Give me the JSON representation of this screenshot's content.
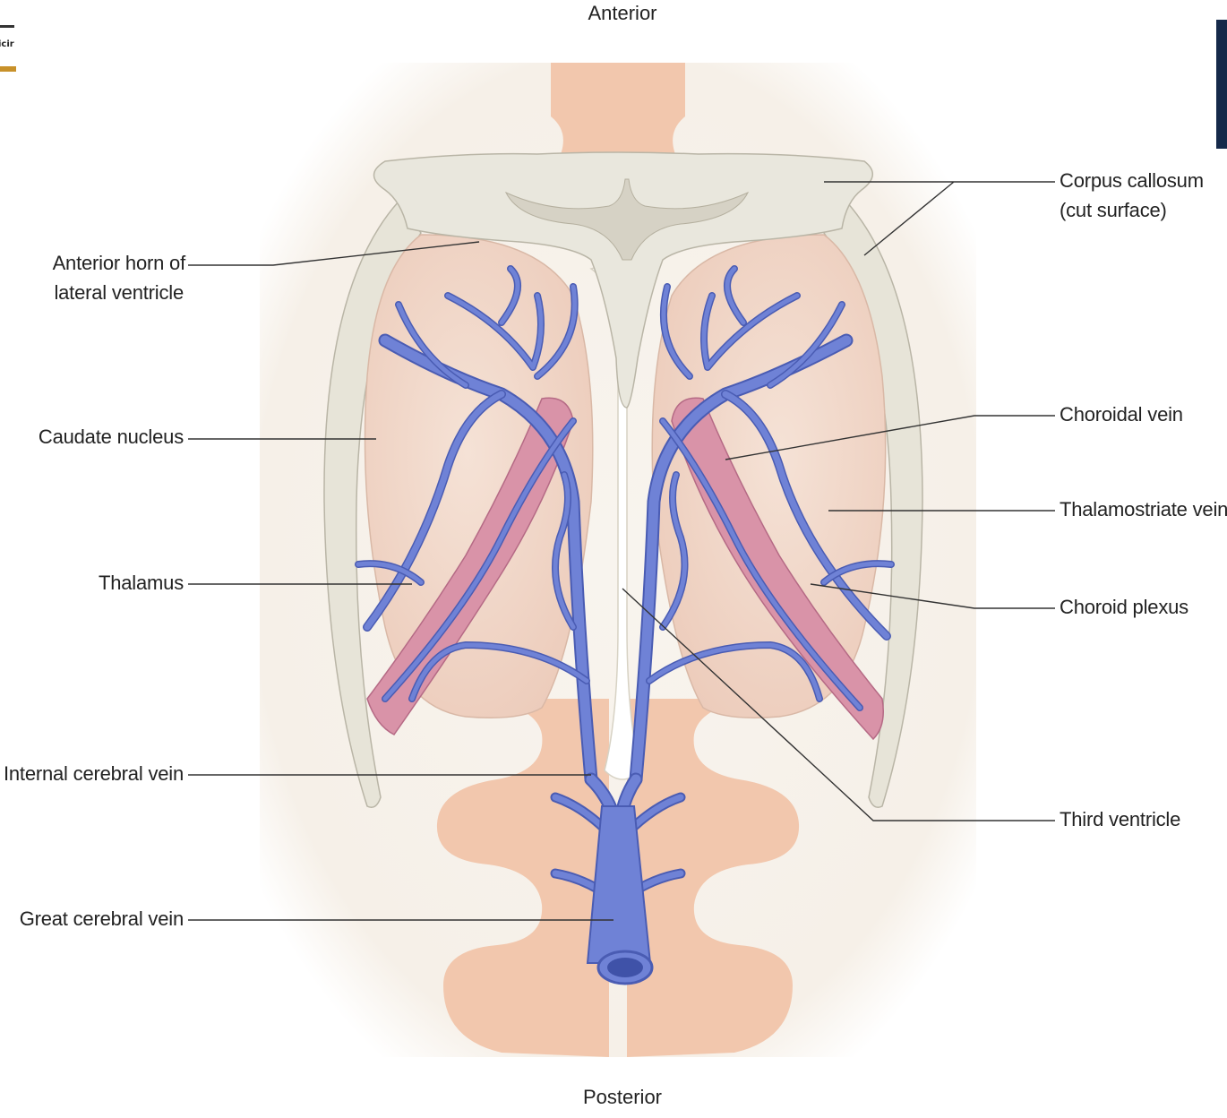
{
  "orientation": {
    "top": "Anterior",
    "bottom": "Posterior"
  },
  "logo": {
    "text": "icir"
  },
  "labels_left": {
    "anterior_horn_line1": "Anterior horn of",
    "anterior_horn_line2": "lateral ventricle",
    "caudate_nucleus": "Caudate nucleus",
    "thalamus": "Thalamus",
    "internal_cerebral_vein": "Internal cerebral vein",
    "great_cerebral_vein": "Great cerebral vein"
  },
  "labels_right": {
    "corpus_callosum_line1": "Corpus callosum",
    "corpus_callosum_line2": "(cut surface)",
    "choroidal_vein": "Choroidal vein",
    "thalamostriate_vein": "Thalamostriate vein",
    "choroid_plexus": "Choroid plexus",
    "third_ventricle": "Third ventricle"
  },
  "colors": {
    "vein": "#6f82d6",
    "vein_outline": "#4a5cb3",
    "tissue": "#f3dcd0",
    "brainstem": "#f2c7ad",
    "corpus_callosum": "#e8e6dc",
    "choroid_plexus": "#d993a8",
    "background_panel": "#f6f1ea",
    "leader_line": "#333333"
  }
}
